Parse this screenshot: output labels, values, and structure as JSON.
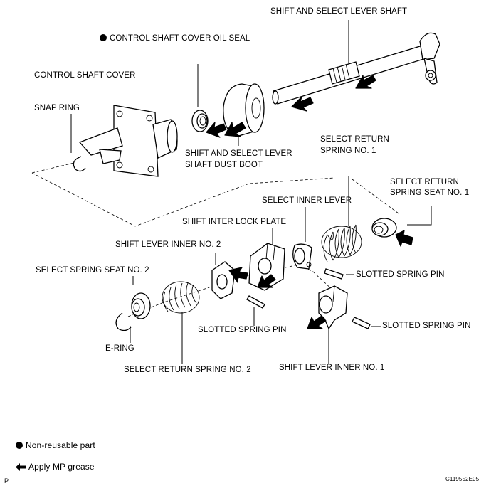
{
  "labels": {
    "shift_select_lever_shaft": "SHIFT AND SELECT LEVER SHAFT",
    "control_shaft_cover_oil_seal": "CONTROL SHAFT COVER OIL SEAL",
    "control_shaft_cover": "CONTROL SHAFT COVER",
    "snap_ring": "SNAP RING",
    "dust_boot_line1": "SHIFT AND SELECT LEVER",
    "dust_boot_line2": "SHAFT DUST BOOT",
    "select_return_spring_no1_line1": "SELECT RETURN",
    "select_return_spring_no1_line2": "SPRING NO. 1",
    "select_return_spring_seat_no1_line1": "SELECT RETURN",
    "select_return_spring_seat_no1_line2": "SPRING SEAT NO. 1",
    "select_inner_lever": "SELECT INNER LEVER",
    "shift_inter_lock_plate": "SHIFT INTER LOCK PLATE",
    "shift_lever_inner_no2": "SHIFT LEVER INNER NO. 2",
    "select_spring_seat_no2": "SELECT SPRING SEAT NO. 2",
    "slotted_spring_pin_1": "SLOTTED SPRING PIN",
    "slotted_spring_pin_2": "SLOTTED SPRING PIN",
    "slotted_spring_pin_3": "SLOTTED SPRING PIN",
    "e_ring": "E-RING",
    "select_return_spring_no2": "SELECT RETURN SPRING NO. 2",
    "shift_lever_inner_no1": "SHIFT LEVER INNER NO. 1"
  },
  "legend": {
    "non_reusable": "Non-reusable part",
    "apply_grease": "Apply MP grease"
  },
  "figure_code": "C119552E05",
  "page_mark": "P",
  "icons": {
    "non_reusable": "black-dot-icon",
    "grease": "arrow-left-icon"
  }
}
